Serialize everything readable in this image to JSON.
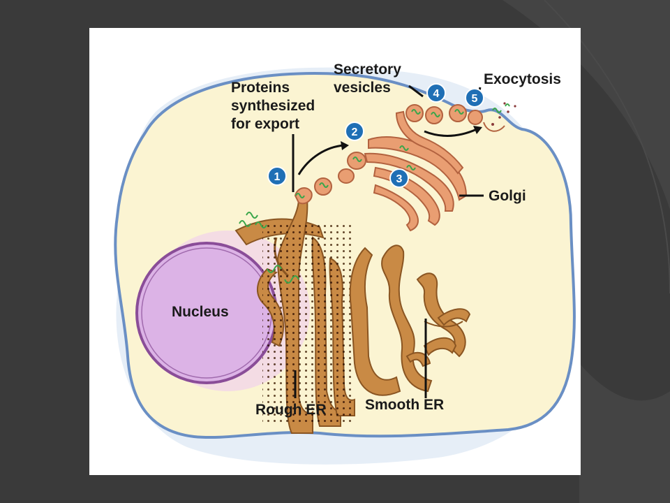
{
  "labels": {
    "proteins_line1": "Proteins",
    "proteins_line2": "synthesized",
    "proteins_line3": "for export",
    "secretory_line1": "Secretory",
    "secretory_line2": "vesicles",
    "exocytosis": "Exocytosis",
    "golgi": "Golgi",
    "nucleus": "Nucleus",
    "rough_er": "Rough ER",
    "smooth_er": "Smooth ER"
  },
  "steps": [
    "1",
    "2",
    "3",
    "4",
    "5"
  ],
  "colors": {
    "background": "#3a3a3a",
    "panel": "#ffffff",
    "halo": "#e6eef7",
    "cytoplasm": "#fbf4d2",
    "membrane": "#6a8fc4",
    "nucleus_fill": "#dcb3e6",
    "nucleus_edge": "#8a4d98",
    "er_fill": "#c98a45",
    "er_edge": "#8a5522",
    "golgi_fill": "#e99e72",
    "golgi_edge": "#b2623f",
    "protein": "#3aa64a",
    "step_badge": "#1f6fb5"
  }
}
